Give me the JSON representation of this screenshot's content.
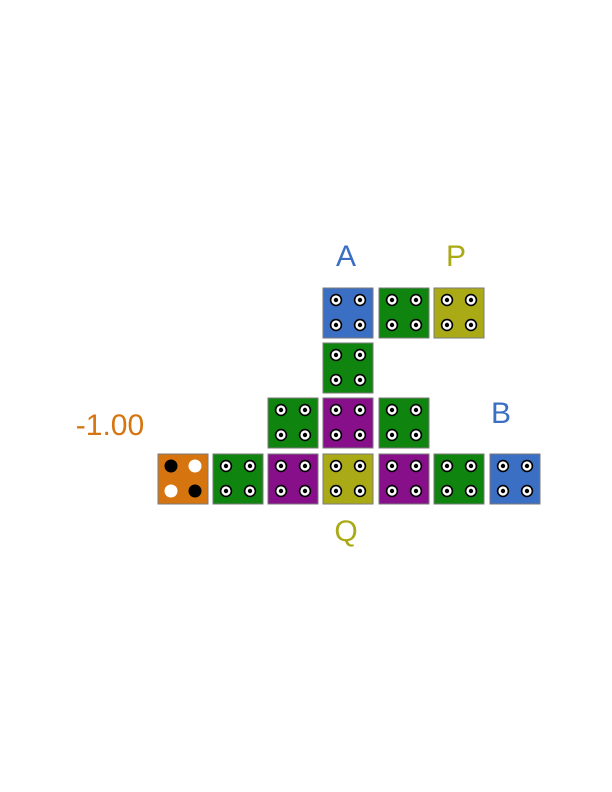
{
  "colors": {
    "blue": "#3a6fc4",
    "green": "#0f840f",
    "olive": "#aaaa16",
    "purple": "#870f8a",
    "orange": "#d6750f",
    "outline": "#7a7a7a"
  },
  "labels": {
    "value": "-1.00",
    "a": "A",
    "p": "P",
    "b": "B",
    "q": "Q"
  },
  "tiles": [
    {
      "id": "tile-a",
      "color": "blue",
      "pattern": "ring"
    },
    {
      "id": "tile-top-green",
      "color": "green",
      "pattern": "ring"
    },
    {
      "id": "tile-p",
      "color": "olive",
      "pattern": "ring"
    },
    {
      "id": "tile-upper-stem",
      "color": "green",
      "pattern": "ring"
    },
    {
      "id": "tile-mid-left",
      "color": "green",
      "pattern": "ring"
    },
    {
      "id": "tile-mid-center",
      "color": "purple",
      "pattern": "ring"
    },
    {
      "id": "tile-mid-right",
      "color": "green",
      "pattern": "ring"
    },
    {
      "id": "tile-value",
      "color": "orange",
      "pattern": "checker"
    },
    {
      "id": "tile-bottom-2",
      "color": "green",
      "pattern": "ring"
    },
    {
      "id": "tile-bottom-3",
      "color": "purple",
      "pattern": "ring"
    },
    {
      "id": "tile-q",
      "color": "olive",
      "pattern": "ring"
    },
    {
      "id": "tile-bottom-5",
      "color": "purple",
      "pattern": "ring"
    },
    {
      "id": "tile-bottom-6",
      "color": "green",
      "pattern": "ring"
    },
    {
      "id": "tile-b",
      "color": "blue",
      "pattern": "ring"
    }
  ]
}
